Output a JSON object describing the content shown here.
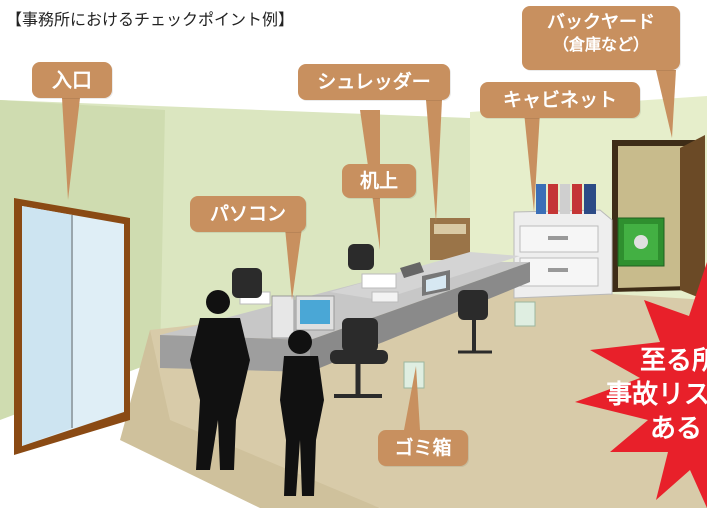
{
  "title": "【事務所におけるチェックポイント例】",
  "callouts": {
    "entrance": "入口",
    "shredder": "シュレッダー",
    "backyard_line1": "バックヤード",
    "backyard_line2": "（倉庫など）",
    "cabinet": "キャビネット",
    "desk": "机上",
    "pc": "パソコン",
    "trash": "ゴミ箱"
  },
  "burst": {
    "line1": "至る所",
    "line2": "事故リスク",
    "line3": "ある"
  },
  "colors": {
    "callout": "#c8905f",
    "burst": "#e8202a",
    "wall": "#dde8c4",
    "floor": "#d9ccb0"
  }
}
